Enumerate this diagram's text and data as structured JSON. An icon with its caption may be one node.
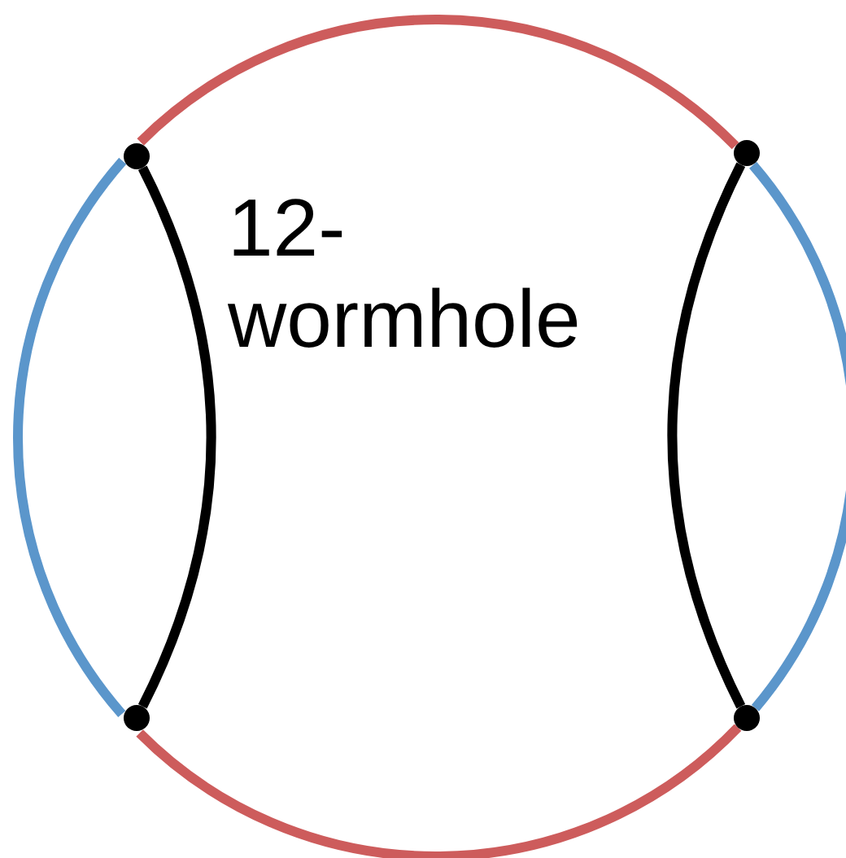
{
  "diagram": {
    "nodes": [
      {
        "text": [],
        "shape": "circle"
      },
      {
        "text": [],
        "shape": "circle"
      },
      {
        "text": [],
        "shape": "circle"
      },
      {
        "text": [],
        "shape": "circle"
      }
    ],
    "edges": [
      {
        "from": 0,
        "to": 1,
        "arrow": "none",
        "color": "#cd5c5c"
      },
      {
        "from": 0,
        "to": 2,
        "arrow": "none",
        "color": "#5b96cb"
      },
      {
        "from": 0,
        "to": 2,
        "arrow": "none",
        "color": "#000000"
      },
      {
        "from": 1,
        "to": 3,
        "arrow": "none",
        "color": "#5b96cb"
      },
      {
        "from": 1,
        "to": 3,
        "arrow": "none",
        "color": "#000000"
      },
      {
        "from": 2,
        "to": 3,
        "arrow": "none",
        "color": "#cd5c5c"
      }
    ],
    "labels": [
      "12-wormhole"
    ]
  }
}
